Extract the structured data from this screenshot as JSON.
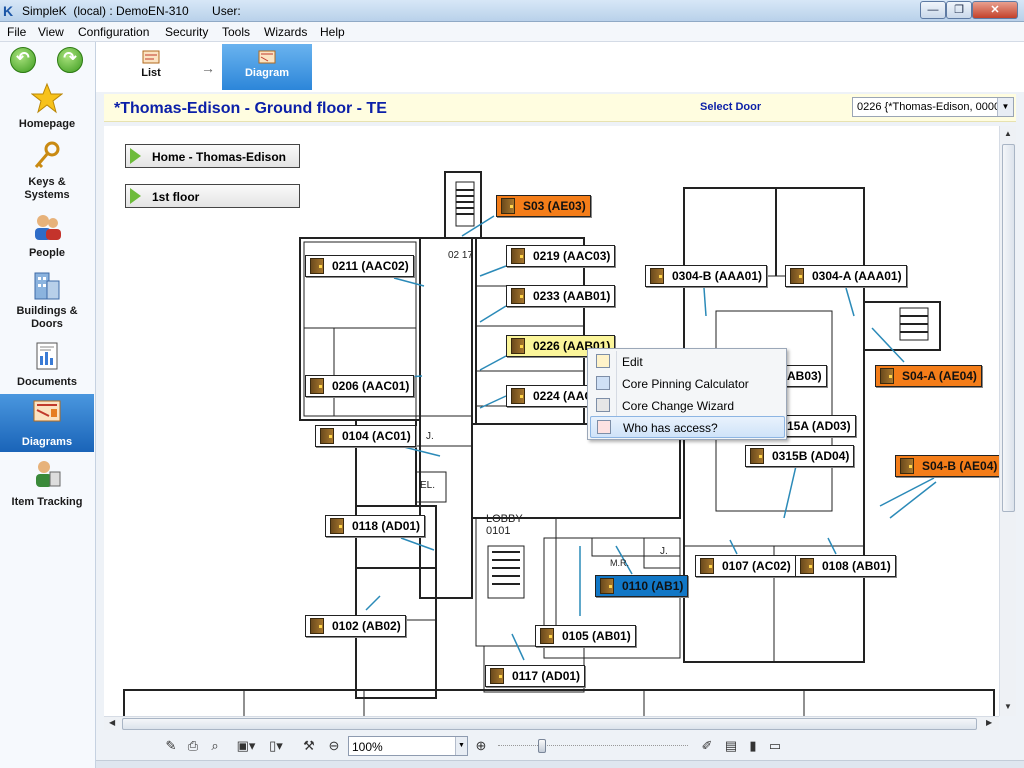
{
  "window": {
    "title": "SimpleK  (local) : DemoEN-310       User:",
    "minimize": "—",
    "maximize": "❐",
    "close": "✕"
  },
  "menu": [
    "File",
    "View",
    "Configuration",
    "Security",
    "Tools",
    "Wizards",
    "Help"
  ],
  "sidebar": {
    "items": [
      {
        "label": "Homepage",
        "icon": "star-icon"
      },
      {
        "label": "Keys &\nSystems",
        "icon": "key-icon"
      },
      {
        "label": "People",
        "icon": "people-icon"
      },
      {
        "label": "Buildings &\nDoors",
        "icon": "building-icon"
      },
      {
        "label": "Documents",
        "icon": "documents-icon"
      },
      {
        "label": "Diagrams",
        "icon": "diagram-icon",
        "active": true
      },
      {
        "label": "Item Tracking",
        "icon": "tracking-icon"
      }
    ]
  },
  "tabs": {
    "list": "List",
    "diagram": "Diagram"
  },
  "header": {
    "title": "*Thomas-Edison - Ground floor - TE",
    "select_door_label": "Select Door",
    "select_door_value": "0226 {*Thomas-Edison, 0000"
  },
  "plan": {
    "nav": [
      {
        "label": "Home - Thomas-Edison"
      },
      {
        "label": "1st floor"
      }
    ],
    "room_labels": [
      "02 17",
      "LOBBY\n0101",
      "EL.",
      "J.",
      "J.",
      "M.R."
    ],
    "doors": [
      {
        "label": "S03 (AE03)",
        "state": "orange"
      },
      {
        "label": "0211 (AAC02)",
        "state": "normal"
      },
      {
        "label": "0219 (AAC03)",
        "state": "normal"
      },
      {
        "label": "0233 (AAB01)",
        "state": "normal"
      },
      {
        "label": "0226 (AAB01)",
        "state": "selected"
      },
      {
        "label": "0224 (AAC",
        "state": "normal"
      },
      {
        "label": "0206 (AAC01)",
        "state": "normal"
      },
      {
        "label": "0104 (AC01)",
        "state": "normal"
      },
      {
        "label": "0118 (AD01)",
        "state": "normal"
      },
      {
        "label": "0102 (AB02)",
        "state": "normal"
      },
      {
        "label": "0304-B (AAA01)",
        "state": "normal"
      },
      {
        "label": "0304-A (AAA01)",
        "state": "normal"
      },
      {
        "label": "AB03)",
        "state": "normal"
      },
      {
        "label": "S04-A (AE04)",
        "state": "orange"
      },
      {
        "label": "15A (AD03)",
        "state": "normal"
      },
      {
        "label": "0315B (AD04)",
        "state": "normal"
      },
      {
        "label": "S04-B (AE04)",
        "state": "orange"
      },
      {
        "label": "0110 (AB1)",
        "state": "blue"
      },
      {
        "label": "0107 (AC02)",
        "state": "normal"
      },
      {
        "label": "0108 (AB01)",
        "state": "normal"
      },
      {
        "label": "0105 (AB01)",
        "state": "normal"
      },
      {
        "label": "0117 (AD01)",
        "state": "normal"
      }
    ]
  },
  "context_menu": {
    "items": [
      {
        "label": "Edit",
        "icon": "edit-icon"
      },
      {
        "label": "Core Pinning Calculator",
        "icon": "calculator-icon"
      },
      {
        "label": "Core Change Wizard",
        "icon": "wizard-icon"
      },
      {
        "label": "Who has access?",
        "icon": "access-icon",
        "highlighted": true
      }
    ]
  },
  "toolbar": {
    "zoom_value": "100%"
  }
}
